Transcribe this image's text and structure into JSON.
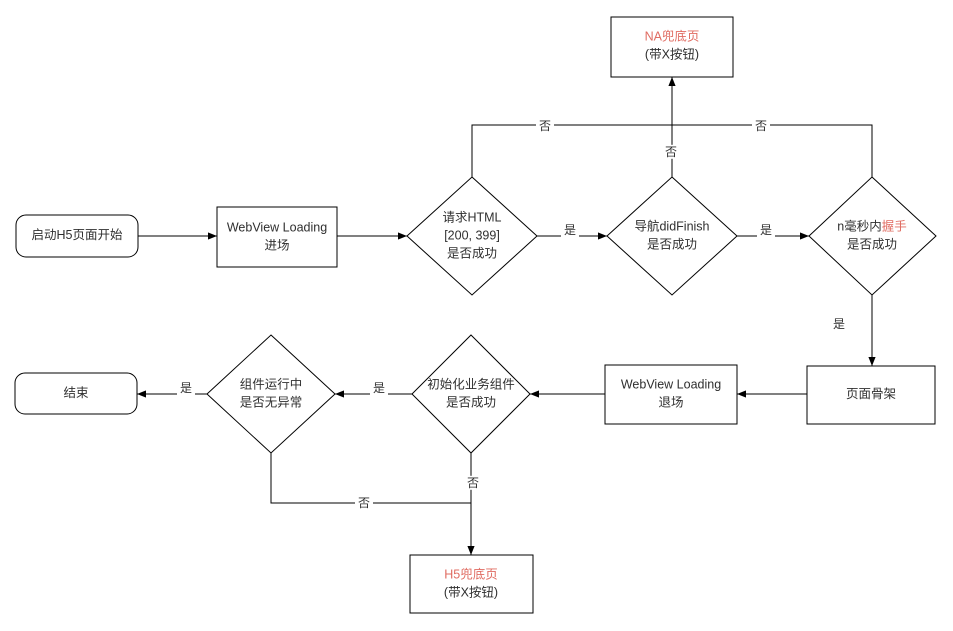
{
  "colors": {
    "line": "#000000",
    "text": "#2f2f2f",
    "accent_red": "#e06c62",
    "node_fill": "#ffffff",
    "background": "#ffffff"
  },
  "nodes": {
    "start": {
      "label": "启动H5页面开始"
    },
    "webview_loading_enter": {
      "line1": "WebView Loading",
      "line2": "进场"
    },
    "request_html_decision": {
      "line1": "请求HTML",
      "line2": "[200, 399]",
      "line3": "是否成功"
    },
    "did_finish_decision": {
      "line1": "导航didFinish",
      "line2": "是否成功"
    },
    "handshake_decision": {
      "line1_prefix": "n毫秒内",
      "line1_highlight": "握手",
      "line2": "是否成功"
    },
    "na_fallback": {
      "line1": "NA兜底页",
      "line2": "(带X按钮)"
    },
    "page_skeleton": {
      "label": "页面骨架"
    },
    "webview_loading_exit": {
      "line1": "WebView Loading",
      "line2": "退场"
    },
    "init_components_decision": {
      "line1": "初始化业务组件",
      "line2": "是否成功"
    },
    "components_running_decision": {
      "line1": "组件运行中",
      "line2": "是否无异常"
    },
    "end": {
      "label": "结束"
    },
    "h5_fallback": {
      "line1": "H5兜底页",
      "line2": "(带X按钮)"
    }
  },
  "edge_labels": {
    "request_html_yes": "是",
    "did_finish_yes": "是",
    "handshake_yes": "是",
    "init_components_yes": "是",
    "components_running_yes": "是",
    "request_html_no": "否",
    "did_finish_no": "否",
    "handshake_no": "否",
    "init_components_no": "否",
    "components_running_no": "否"
  }
}
